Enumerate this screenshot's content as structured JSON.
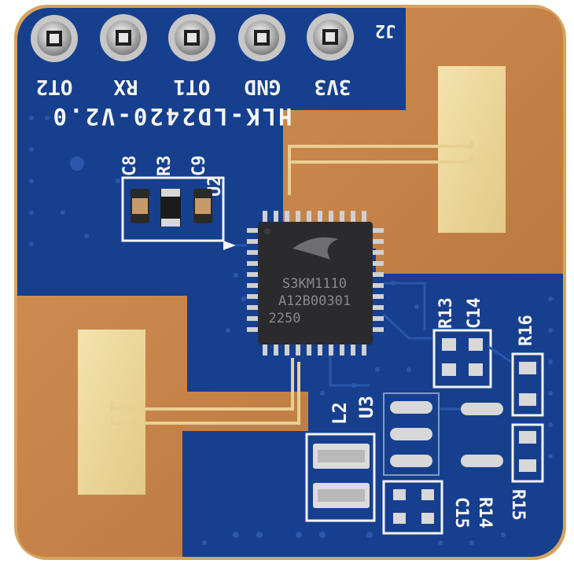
{
  "board": {
    "model": "HLK-LD2420-V2.0",
    "connector_ref": "J2",
    "pins": [
      {
        "label": "OT2"
      },
      {
        "label": "RX"
      },
      {
        "label": "OT1"
      },
      {
        "label": "GND"
      },
      {
        "label": "3V3"
      }
    ],
    "chip": {
      "ref": "U2",
      "lines": [
        "S3KM1110",
        "A12B00301",
        "2250"
      ]
    },
    "components": [
      "C8",
      "R3",
      "C9",
      "R13",
      "C14",
      "R16",
      "L2",
      "U3",
      "C15",
      "R14",
      "R15"
    ],
    "colors": {
      "solder_mask": "#163f8e",
      "copper": "#c9874b",
      "gold_pad": "#ecd79a",
      "board_edge": "#d4a25d",
      "silkscreen": "#f4f4f0"
    }
  }
}
